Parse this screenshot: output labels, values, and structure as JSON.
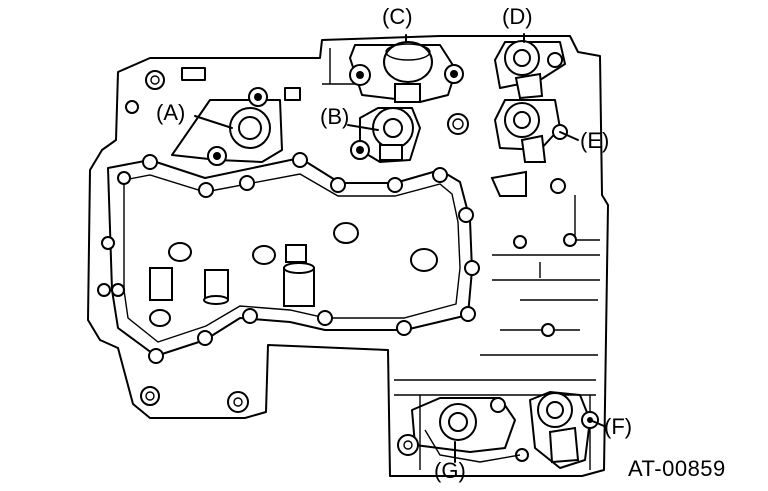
{
  "callouts": {
    "a": "(A)",
    "b": "(B)",
    "c": "(C)",
    "d": "(D)",
    "e": "(E)",
    "f": "(F)",
    "g": "(G)"
  },
  "figure_code": "AT-00859",
  "colors": {
    "ink": "#000000",
    "paper": "#ffffff"
  }
}
